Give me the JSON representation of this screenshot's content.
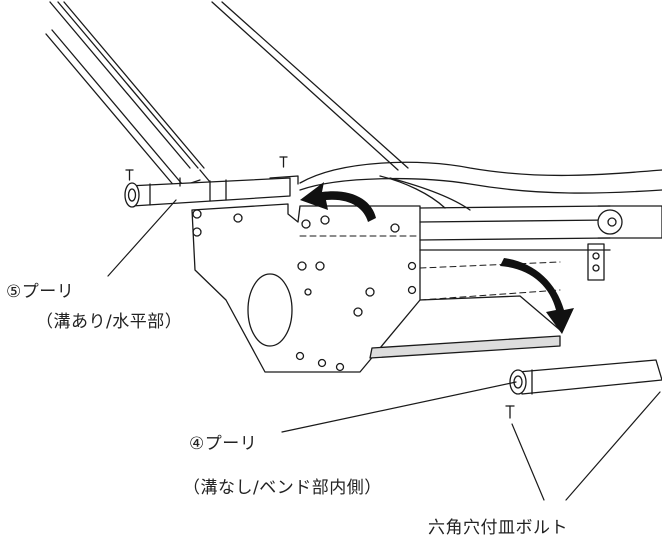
{
  "labels": {
    "pulley5_title": "⑤プーリ",
    "pulley5_desc": "（溝あり/水平部）",
    "pulley4_title": "④プーリ",
    "pulley4_desc": "（溝なし/ベンド部内側）",
    "bolt": "六角穴付皿ボルト"
  },
  "colors": {
    "line": "#1a1a1a",
    "shade": "#dddddd",
    "background": "#ffffff"
  }
}
